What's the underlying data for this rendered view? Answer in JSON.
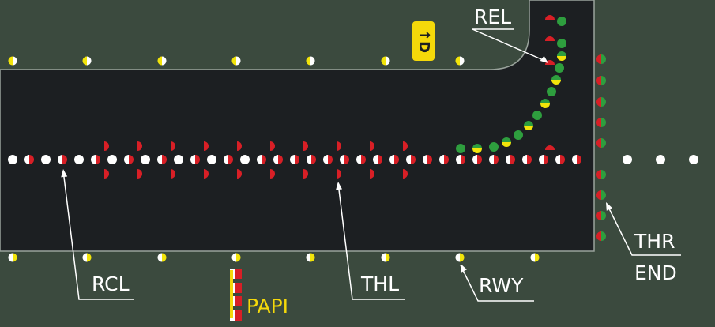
{
  "labels": {
    "rel": "REL",
    "rcl": "RCL",
    "thl": "THL",
    "rwy": "RWY",
    "thr": "THR",
    "end": "END",
    "papi": "PAPI"
  },
  "sign": {
    "glyph": "↑D",
    "color": "#f5d90a"
  },
  "colors": {
    "grass": "#3b4a3e",
    "pavement": "#1c1f22",
    "edge_line": "#9aa39c",
    "white": "#ffffff",
    "red": "#d81f26",
    "green": "#2e9e3e",
    "yellow": "#f2e40a",
    "papi_yellow": "#f5d90a"
  }
}
